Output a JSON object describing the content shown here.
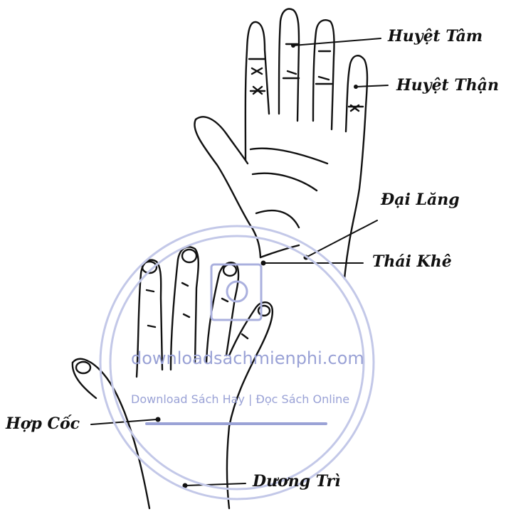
{
  "labels": {
    "huyet_tam": "Huyệt Tâm",
    "huyet_than": "Huyệt Thận",
    "dai_lang": "Đại Lăng",
    "thai_khe": "Thái Khê",
    "hop_coc": "Hợp Cốc",
    "duong_tri": "Dương Trì"
  },
  "watermark": {
    "domain": "downloadsachmienphi.com",
    "tagline": "Download Sách Hay | Đọc Sách Online",
    "color": "#9aa2d6"
  }
}
